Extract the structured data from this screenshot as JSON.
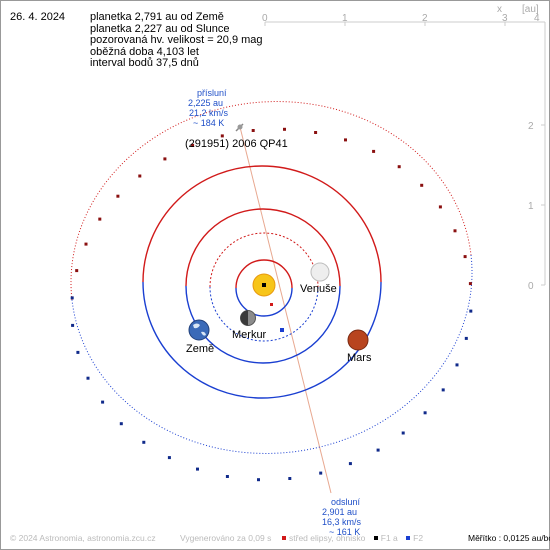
{
  "header": {
    "date": "26. 4. 2024",
    "lines": [
      "planetka 2,791 au od Země",
      "planetka 2,227 au od Slunce",
      "pozorovaná hv. velikost = 20,9 mag",
      "oběžná doba 4,103 let",
      "interval bodů 37,5 dnů"
    ]
  },
  "axes": {
    "x_label": "x",
    "unit_label": "[au]",
    "x_ticks": [
      "0",
      "1",
      "2",
      "3",
      "4"
    ],
    "y_ticks": [
      "0",
      "1",
      "2"
    ]
  },
  "asteroid": {
    "name": "(291951) 2006 QP41",
    "perihelion": {
      "title": "přísluní",
      "distance": "2,225 au",
      "speed": "21,2 km/s",
      "temperature": "~ 184 K"
    },
    "aphelion": {
      "title": "odsluní",
      "distance": "2,901 au",
      "speed": "16,3 km/s",
      "temperature": "~ 161 K"
    }
  },
  "planets": {
    "venus": "Venuše",
    "mercury": "Merkur",
    "earth": "Země",
    "mars": "Mars"
  },
  "colors": {
    "orbit_above": "#d11a1a",
    "orbit_below": "#1a3fd1",
    "apsis_line": "#e8a890",
    "sun": "#f7c51a",
    "mars": "#b8441e",
    "earth": "#3a6ab8"
  },
  "footer": {
    "copyright": "© 2024 Astronomia, astronomia.zcu.cz",
    "generated": "Vygenerováno za 0,09 s",
    "legend": [
      "střed elipsy, ohnisko",
      "F1 a",
      "F2"
    ],
    "scale": "Měřítko : 0,0125 au/bod"
  }
}
